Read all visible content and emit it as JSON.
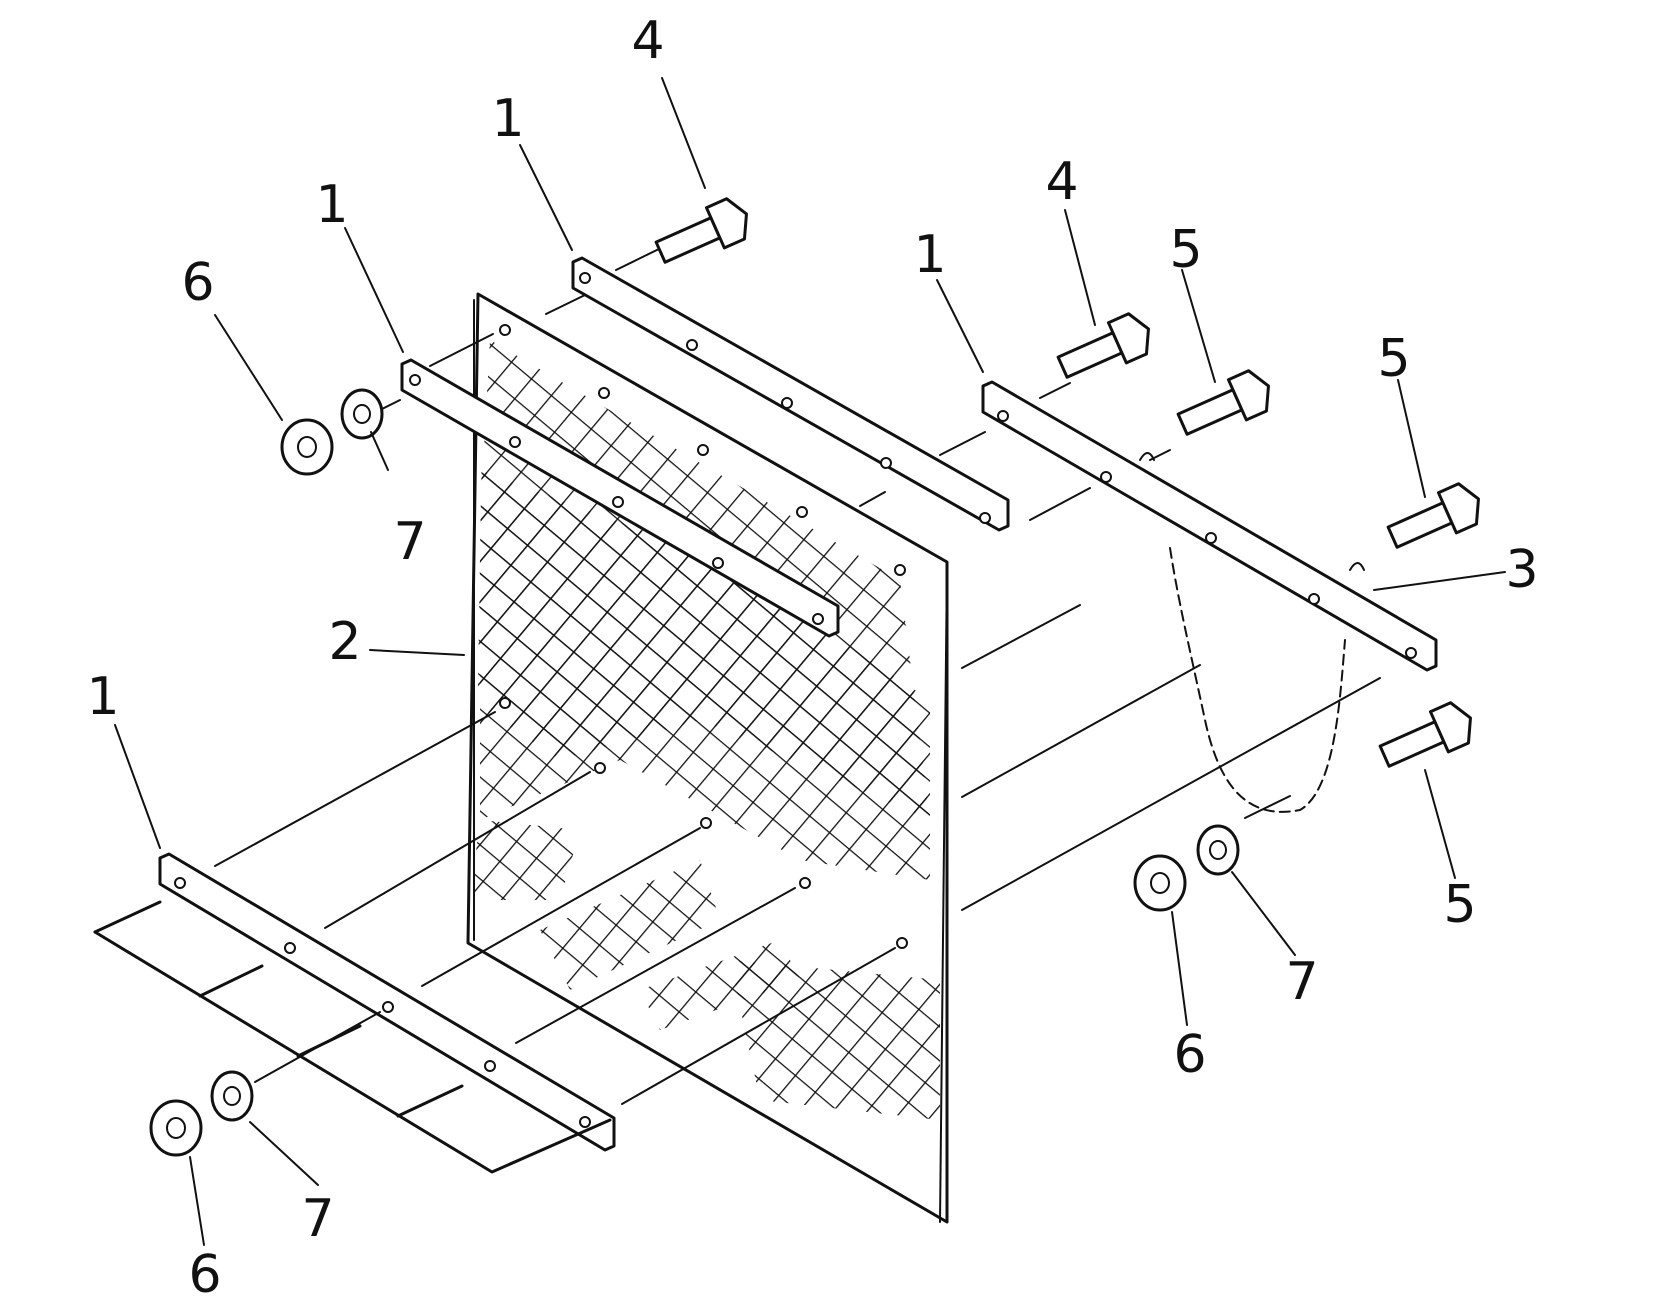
{
  "callouts": [
    {
      "id": "c1",
      "label": "4"
    },
    {
      "id": "c2",
      "label": "1"
    },
    {
      "id": "c3",
      "label": "1"
    },
    {
      "id": "c4",
      "label": "6"
    },
    {
      "id": "c5",
      "label": "7"
    },
    {
      "id": "c6",
      "label": "4"
    },
    {
      "id": "c7",
      "label": "1"
    },
    {
      "id": "c8",
      "label": "5"
    },
    {
      "id": "c9",
      "label": "5"
    },
    {
      "id": "c10",
      "label": "3"
    },
    {
      "id": "c11",
      "label": "2"
    },
    {
      "id": "c12",
      "label": "1"
    },
    {
      "id": "c13",
      "label": "5"
    },
    {
      "id": "c14",
      "label": "7"
    },
    {
      "id": "c15",
      "label": "6"
    },
    {
      "id": "c16",
      "label": "7"
    },
    {
      "id": "c17",
      "label": "6"
    }
  ],
  "colors": {
    "ink": "#111111",
    "paper": "#ffffff"
  }
}
